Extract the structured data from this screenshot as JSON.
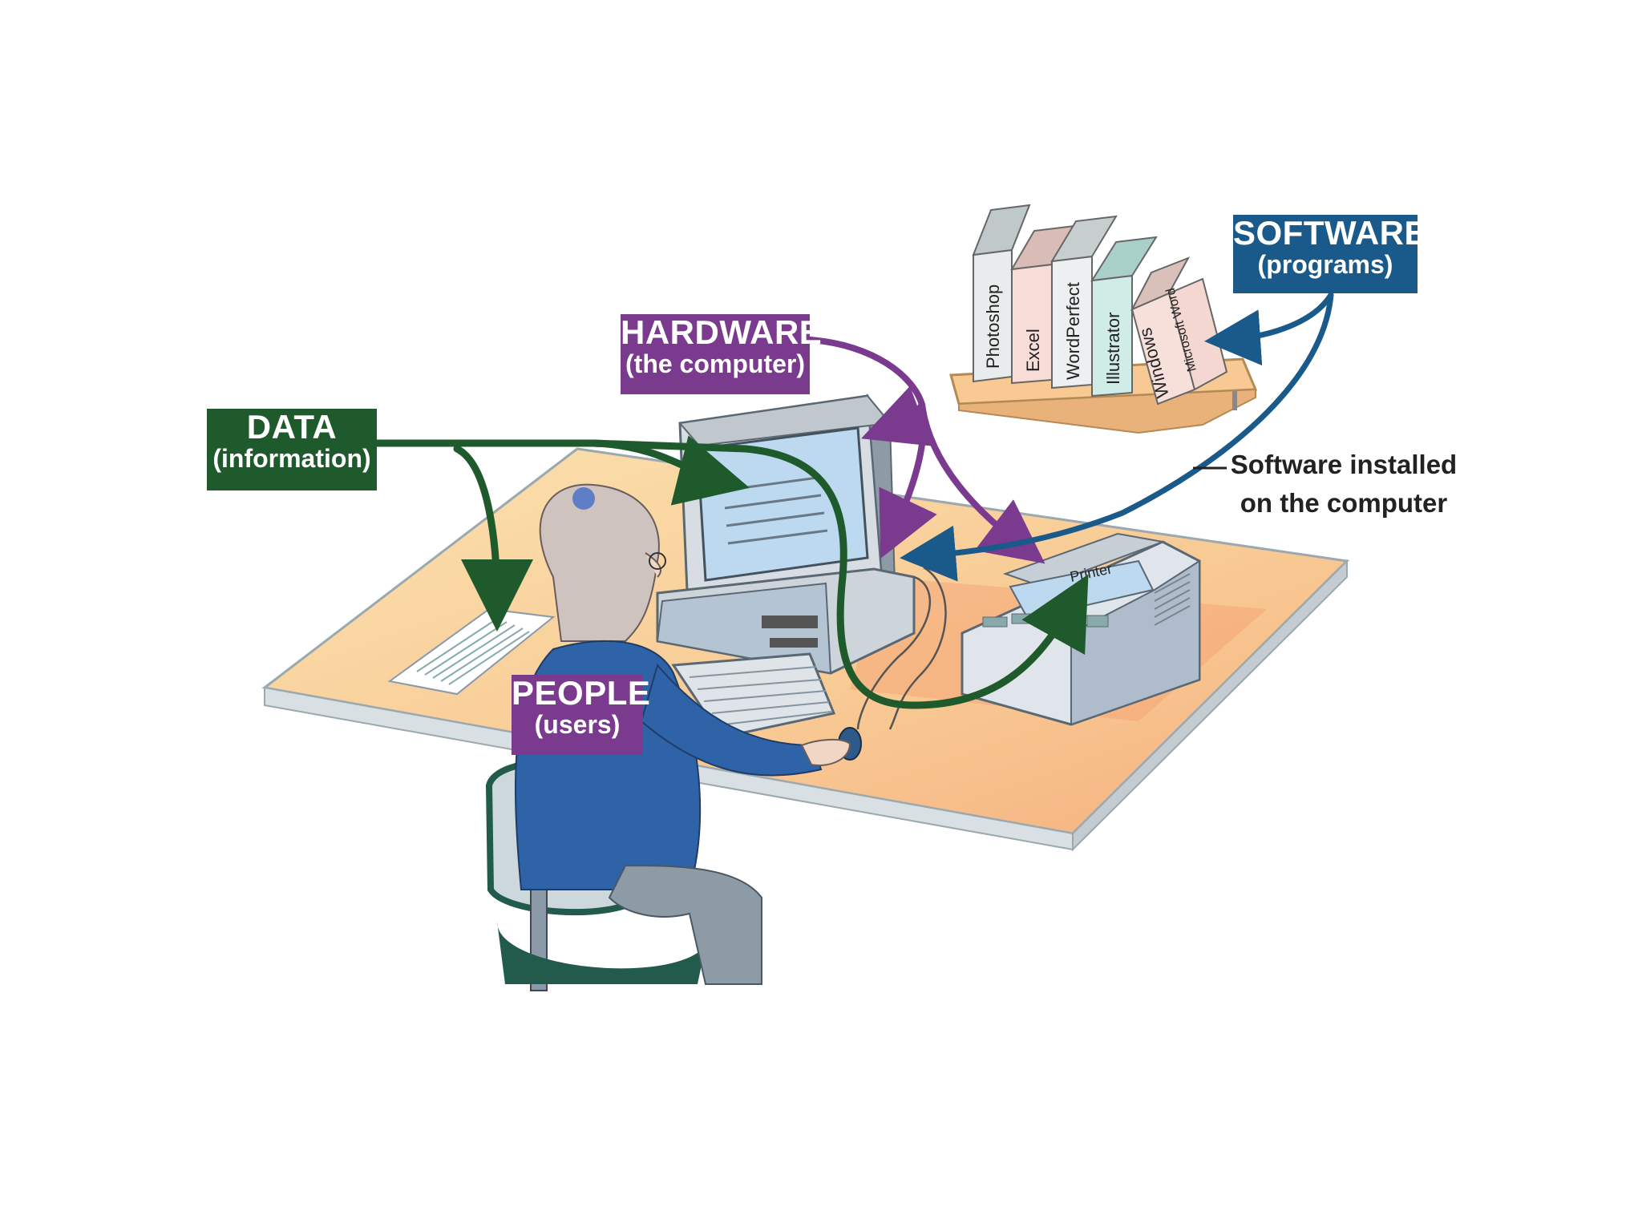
{
  "labels": {
    "data": {
      "title": "DATA",
      "subtitle": "(information)",
      "color": "#1f5a2c"
    },
    "hardware": {
      "title": "HARDWARE",
      "subtitle": "(the computer)",
      "color": "#7a3a8e"
    },
    "software": {
      "title": "SOFTWARE",
      "subtitle": "(programs)",
      "color": "#1a5a8a"
    },
    "people": {
      "title": "PEOPLE",
      "subtitle": "(users)",
      "color": "#7a3a8e"
    }
  },
  "annotation": {
    "line1": "Software installed",
    "line2": "on the computer"
  },
  "books": [
    "Photoshop",
    "Excel",
    "WordPerfect",
    "Illustrator",
    "Windows",
    "Microsoft Word"
  ],
  "printer_display": "Printer",
  "colors": {
    "data_arrow": "#1f5a2c",
    "hardware_arrow": "#7a3a8e",
    "software_arrow": "#1a5a8a",
    "desk": "#f8cf96",
    "person_sweater": "#2e63a8"
  }
}
